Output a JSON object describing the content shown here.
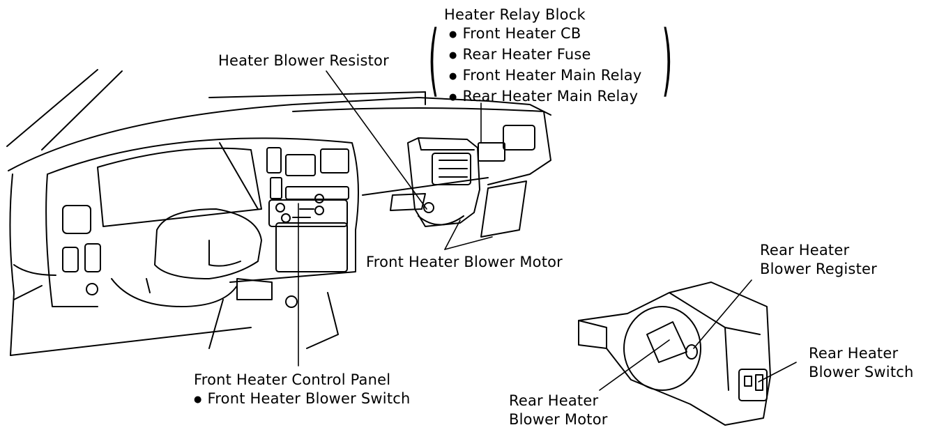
{
  "labels": {
    "relay_block_title": "Heater Relay Block",
    "relay_block_items": [
      "Front Heater CB",
      "Rear Heater Fuse",
      "Front Heater Main Relay",
      "Rear Heater Main Relay"
    ],
    "heater_blower_resistor": "Heater Blower Resistor",
    "front_heater_blower_motor": "Front Heater Blower Motor",
    "front_heater_control_panel": "Front Heater Control Panel",
    "front_heater_blower_switch": "Front Heater Blower Switch",
    "rear_heater_blower_register": [
      "Rear Heater",
      "Blower Register"
    ],
    "rear_heater_blower_switch": [
      "Rear Heater",
      "Blower Switch"
    ],
    "rear_heater_blower_motor": [
      "Rear Heater",
      "Blower Motor"
    ]
  }
}
